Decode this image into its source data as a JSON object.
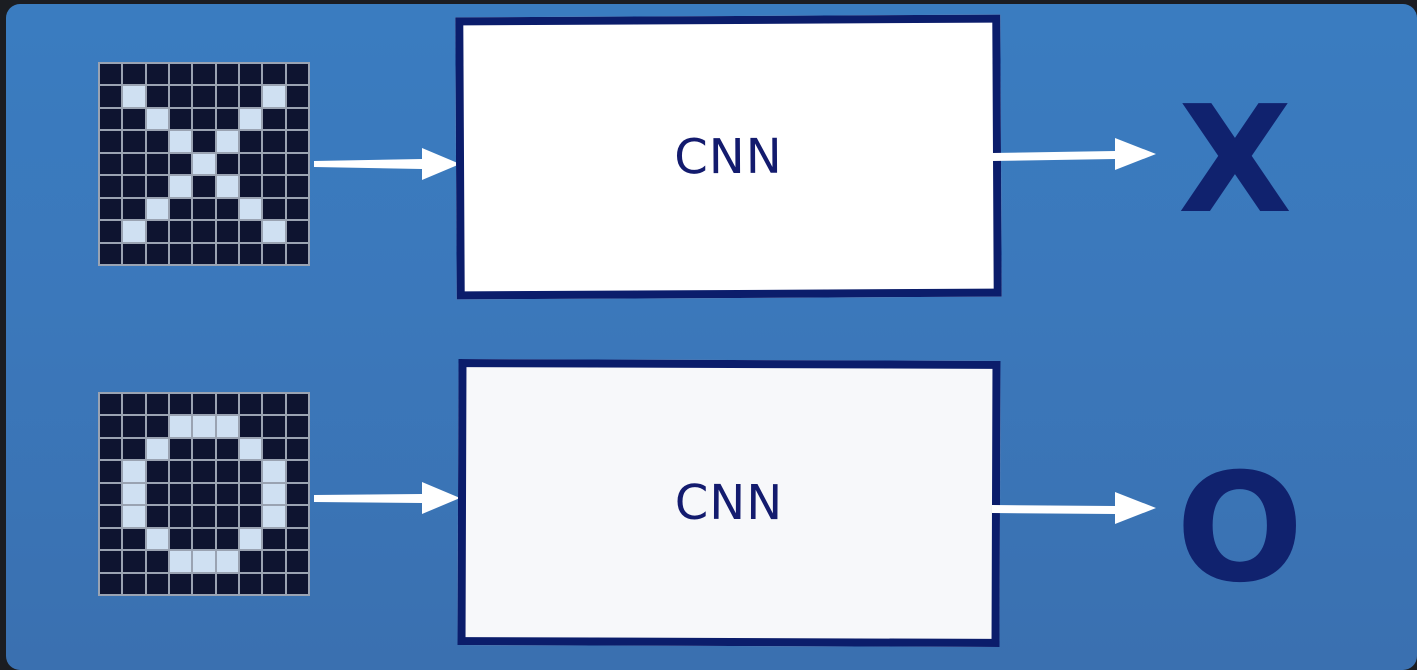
{
  "rows": [
    {
      "input_grid": [
        "000000000",
        "010000010",
        "001000100",
        "000101000",
        "000010000",
        "000101000",
        "001000100",
        "010000010",
        "000000000"
      ],
      "model_label": "CNN",
      "output_label": "X"
    },
    {
      "input_grid": [
        "000000000",
        "000111000",
        "001000100",
        "010000010",
        "010000010",
        "010000010",
        "001000100",
        "000111000",
        "000000000"
      ],
      "model_label": "CNN",
      "output_label": "O"
    }
  ],
  "colors": {
    "background": "#3a7cc0",
    "box_border": "#0b1d6b",
    "text": "#131b6e",
    "pixel_on": "#cfe0f2",
    "pixel_off": "#0e1430",
    "arrow": "#ffffff"
  }
}
